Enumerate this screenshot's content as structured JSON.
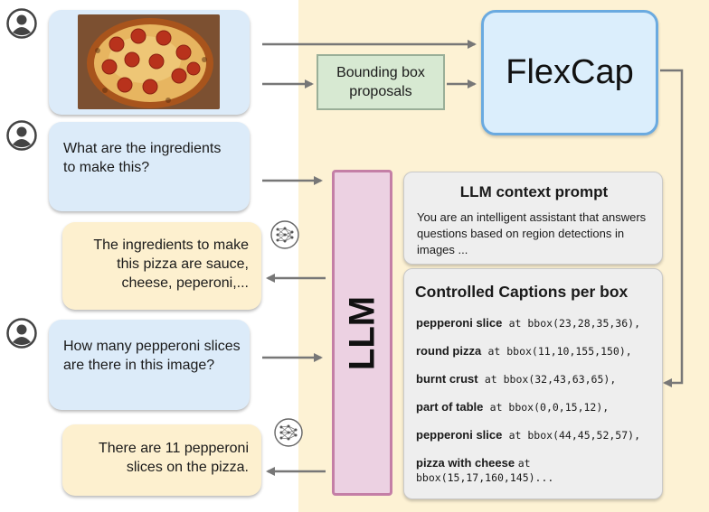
{
  "chat": {
    "q1": "What are the ingredients to make this?",
    "a1_l1": "The ingredients to make",
    "a1_l2": "this pizza are sauce,",
    "a1_l3": "cheese, peperoni,...",
    "q2": "How many pepperoni slices are there in this image?",
    "a2_l1": "There are 11 pepperoni",
    "a2_l2": "slices on the pizza."
  },
  "pipeline": {
    "bbox_l1": "Bounding box",
    "bbox_l2": "proposals",
    "flexcap": "FlexCap",
    "llm": "LLM"
  },
  "context": {
    "title": "LLM context prompt",
    "text": "You are an intelligent assistant that answers questions based on region detections in images ..."
  },
  "captions": {
    "title": "Controlled Captions per box",
    "items": [
      {
        "label": "pepperoni slice",
        "at": "at bbox(23,28,35,36),"
      },
      {
        "label": "round pizza",
        "at": "at bbox(11,10,155,150),"
      },
      {
        "label": "burnt crust",
        "at": "at bbox(32,43,63,65),"
      },
      {
        "label": "part of table",
        "at": "at bbox(0,0,15,12),"
      },
      {
        "label": "pepperoni slice",
        "at": "at bbox(44,45,52,57),"
      },
      {
        "label": "pizza with cheese",
        "at": "at",
        "at2": "bbox(15,17,160,145)..."
      }
    ]
  },
  "icons": {
    "user": "user-avatar-icon",
    "model": "neural-network-icon",
    "image": "pizza-image"
  },
  "colors": {
    "user_bubble": "#dcebf9",
    "bot_bubble": "#fdf0cf",
    "panel": "#fdf2d4",
    "flexcap_border": "#6aaae0",
    "llm_border": "#c47fa6",
    "bbox_fill": "#d7e9d2"
  }
}
